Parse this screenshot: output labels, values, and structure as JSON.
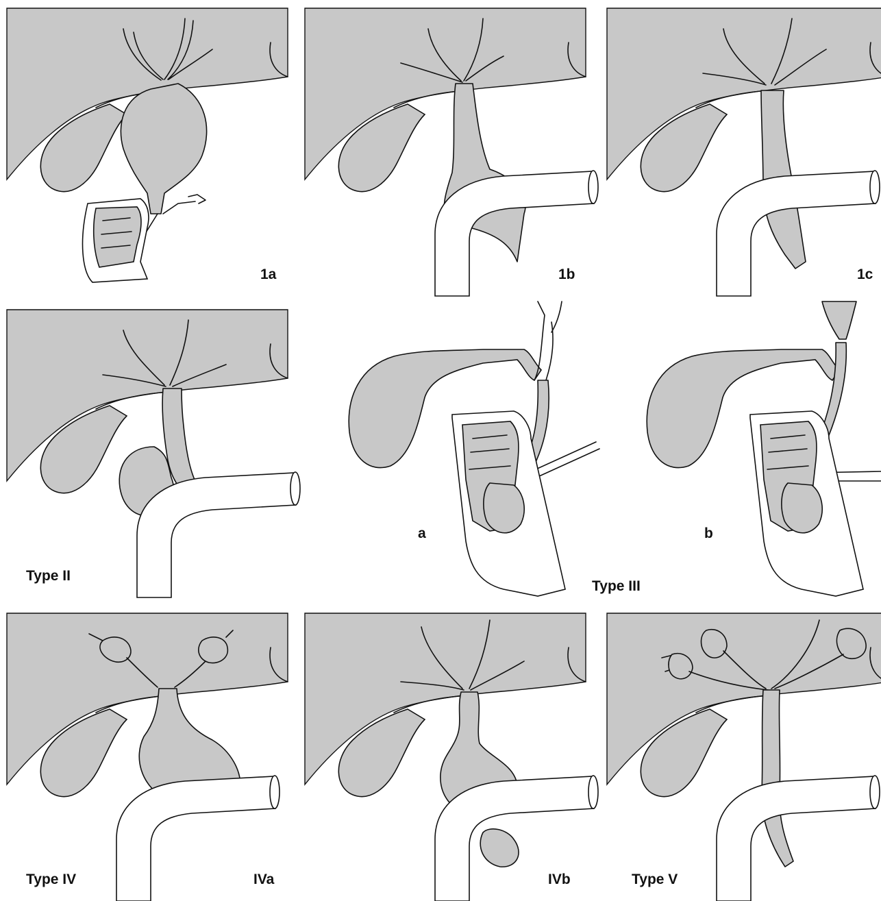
{
  "figure": {
    "labels": {
      "p1a": "1a",
      "p1b": "1b",
      "p1c": "1c",
      "typeII": "Type II",
      "p3a": "a",
      "p3b": "b",
      "typeIII": "Type III",
      "typeIV": "Type IV",
      "p4a": "IVa",
      "p4b": "IVb",
      "typeV": "Type V"
    }
  }
}
